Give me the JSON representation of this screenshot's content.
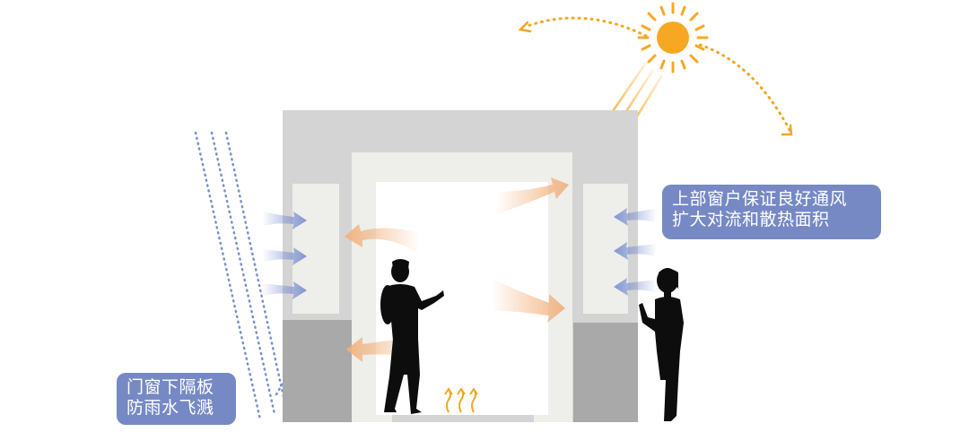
{
  "callouts": {
    "right": {
      "line1": "上部窗户保证良好通风",
      "line2": "扩大对流和散热面积"
    },
    "left": {
      "line1": "门窗下隔板",
      "line2": "防雨水飞溅"
    }
  },
  "colors": {
    "callout_fill": "#7689c4",
    "sun": "#f7a823",
    "sun_path": "#f2a623",
    "rain": "#7a8fd0",
    "wall_outer": "#d4d4d4",
    "panel_lower": "#a9a9a9",
    "frame_inner": "#eeeeea",
    "silhouette": "#0d0d0d",
    "air_cool": "#7b90cf",
    "air_warm": "#f2b07c"
  },
  "icons": {
    "sun": "sun-icon",
    "rain": "rain-lines",
    "man": "man-silhouette",
    "woman": "woman-silhouette",
    "heat": "heat-rising-icon"
  }
}
